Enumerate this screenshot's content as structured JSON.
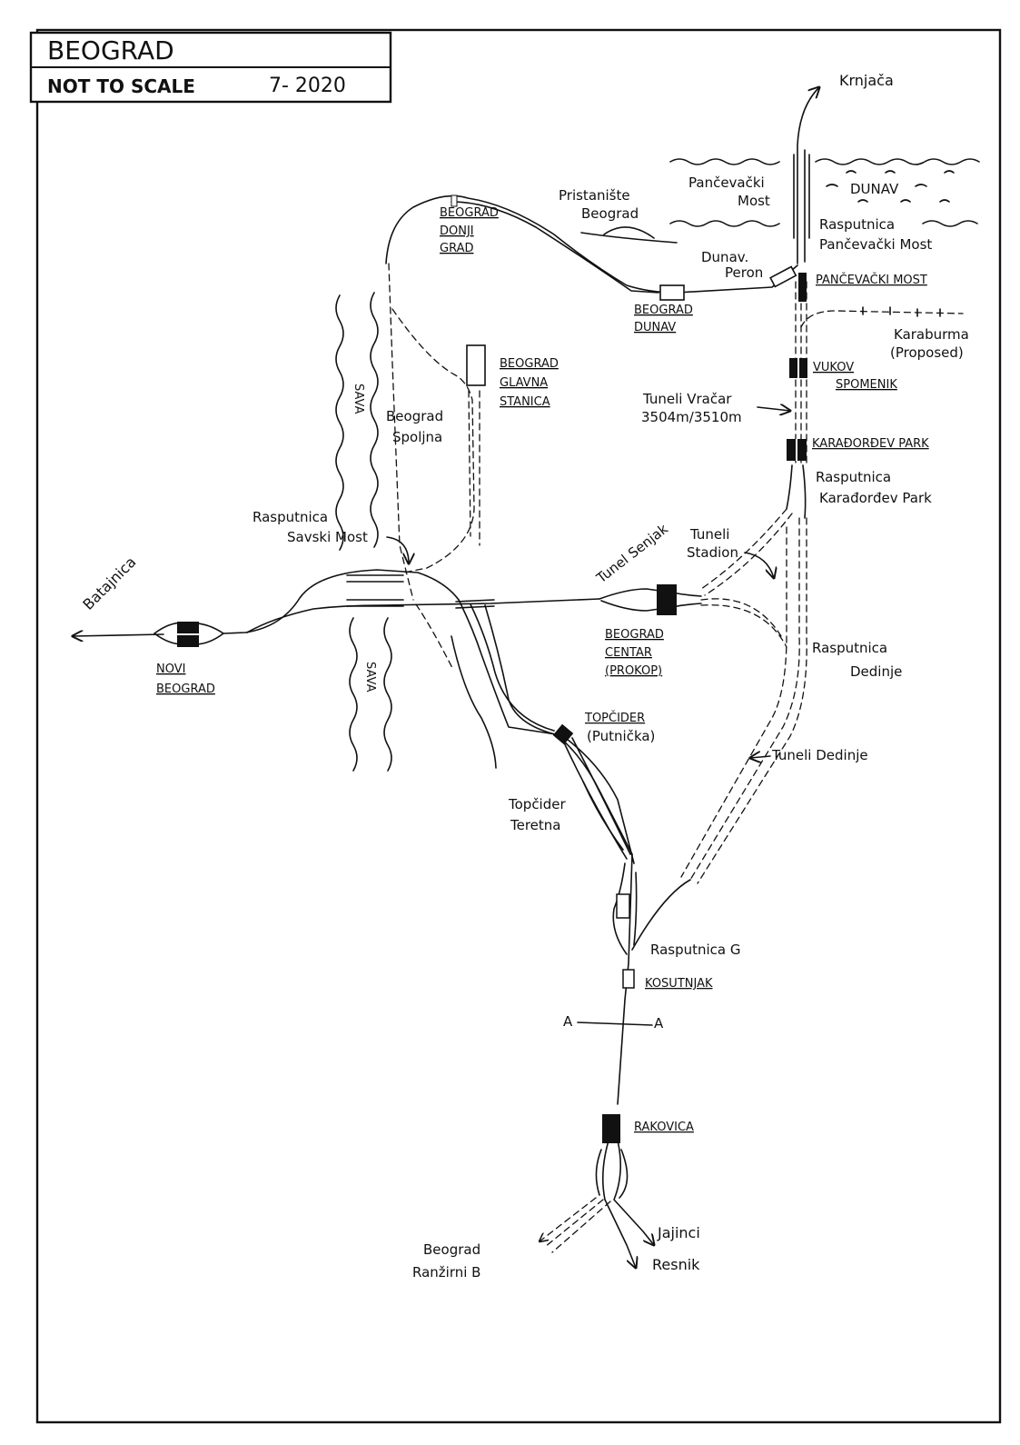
{
  "header": {
    "city": "BEOGRAD",
    "scale_note": "NOT TO SCALE",
    "date": "7- 2020"
  },
  "rivers": {
    "dunav": "DUNAV",
    "sava_upper": "SAVA",
    "sava_lower": "SAVA"
  },
  "destinations": {
    "krnjaca": "Krnjača",
    "batajnica": "Batajnica",
    "jajinci": "Jajinci",
    "resnik": "Resnik"
  },
  "stations": {
    "donji_grad": [
      "BEOGRAD",
      "DONJI",
      "GRAD"
    ],
    "dunav": [
      "BEOGRAD",
      "DUNAV"
    ],
    "pancevacki_most": "PANČEVAČKI MOST",
    "glavna": [
      "BEOGRAD",
      "GLAVNA",
      "STANICA"
    ],
    "vukov_spomenik": [
      "VUKOV",
      "SPOMENIK"
    ],
    "karadjordjev_park": "KARAĐORĐEV PARK",
    "novi_beograd": [
      "NOVI",
      "BEOGRAD"
    ],
    "centar": [
      "BEOGRAD",
      "CENTAR",
      "(PROKOP)"
    ],
    "topcider": "TOPČIDER",
    "topcider_sub": "(Putnička)",
    "kosutnjak": "KOSUTNJAK",
    "rakovica": "RAKOVICA"
  },
  "labels": {
    "pristaniste": [
      "Pristanište",
      "Beograd"
    ],
    "pancevacki_bridge": [
      "Pančevački",
      "Most"
    ],
    "rasputnica_pm": [
      "Rasputnica",
      "Pančevački Most"
    ],
    "dunav_peron": [
      "Dunav.",
      "Peron"
    ],
    "karaburma": [
      "Karaburma",
      "(Proposed)"
    ],
    "tuneli_vracar": [
      "Tuneli Vračar",
      "3504m/3510m"
    ],
    "rasputnica_kp": [
      "Rasputnica",
      "Karađorđev Park"
    ],
    "spoljna": [
      "Beograd",
      "Spoljna"
    ],
    "rasputnica_sm": [
      "Rasputnica",
      "Savski Most"
    ],
    "tunel_senjak": "Tunel Senjak",
    "tuneli_stadion": [
      "Tuneli",
      "Stadion"
    ],
    "rasputnica_dedinje": [
      "Rasputnica",
      "Dedinje"
    ],
    "tuneli_dedinje": "Tuneli Dedinje",
    "topcider_teretna": [
      "Topčider",
      "Teretna"
    ],
    "rasputnica_g": "Rasputnica G",
    "section_a_left": "A",
    "section_a_right": "A",
    "ranzirni": [
      "Beograd",
      "Ranžirni B"
    ]
  }
}
